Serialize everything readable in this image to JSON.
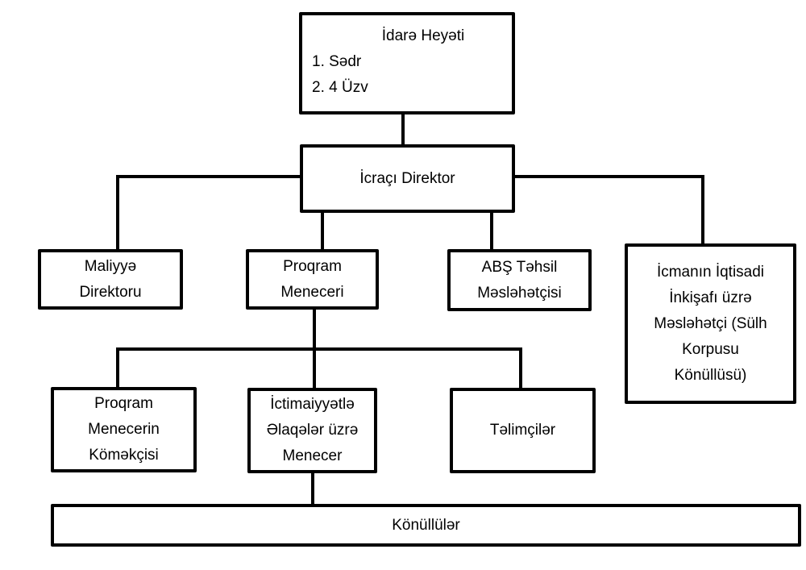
{
  "org_chart": {
    "board": {
      "title": "İdarə Heyəti",
      "members": [
        "1. Sədr",
        "2. 4 Üzv"
      ]
    },
    "executive_director": {
      "label": "İcraçı Direktor"
    },
    "level2": [
      {
        "lines": [
          "Maliyyə",
          "Direktoru"
        ]
      },
      {
        "lines": [
          "Proqram",
          "Meneceri"
        ]
      },
      {
        "lines": [
          "ABŞ Təhsil",
          "Məsləhətçisi"
        ]
      },
      {
        "lines": [
          "İcmanın İqtisadi",
          "İnkişafı üzrə",
          "Məsləhətçi (Sülh",
          "Korpusu",
          "Könüllüsü)"
        ]
      }
    ],
    "level3": [
      {
        "lines": [
          "Proqram",
          "Menecerin",
          "Köməkçisi"
        ]
      },
      {
        "lines": [
          "İctimaiyyətlə",
          "Əlaqələr üzrə",
          "Menecer"
        ]
      },
      {
        "lines": [
          "Təlimçilər"
        ]
      }
    ],
    "volunteers": {
      "label": "Könüllülər"
    }
  }
}
